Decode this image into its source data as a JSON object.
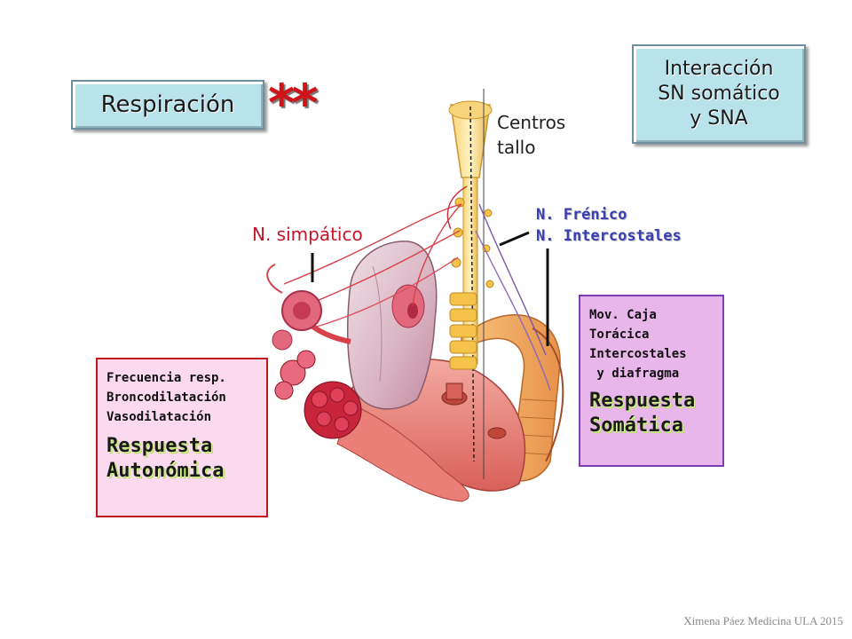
{
  "title": "Respiración",
  "stars": "**",
  "interaction": {
    "line1": "Interacción",
    "line2": "SN somático",
    "line3": "y SNA"
  },
  "labels": {
    "centros_line1": "Centros",
    "centros_line2": "tallo",
    "simpatico": "N. simpático",
    "frenico": "N. Frénico",
    "intercostales": "N. Intercostales"
  },
  "autonomic": {
    "items": [
      "Frecuencia resp.",
      "Broncodilatación",
      "Vasodilatación"
    ],
    "title_line1": "Respuesta",
    "title_line2": "Autonómica"
  },
  "somatic": {
    "items": [
      "Mov. Caja",
      "Torácica",
      "Intercostales",
      " y diafragma"
    ],
    "title_line1": "Respuesta",
    "title_line2": "Somática"
  },
  "credit": "Ximena Páez Medicina ULA 2015",
  "colors": {
    "title_box": "#b9e3ea",
    "stars": "#d0121b",
    "simpatico": "#c4162a",
    "nerves": "#3a3fb0",
    "autonomic_box": "#fbd9ef",
    "autonomic_border": "#c0161c",
    "somatic_box": "#e8b6ea",
    "somatic_border": "#7a3fb0"
  }
}
